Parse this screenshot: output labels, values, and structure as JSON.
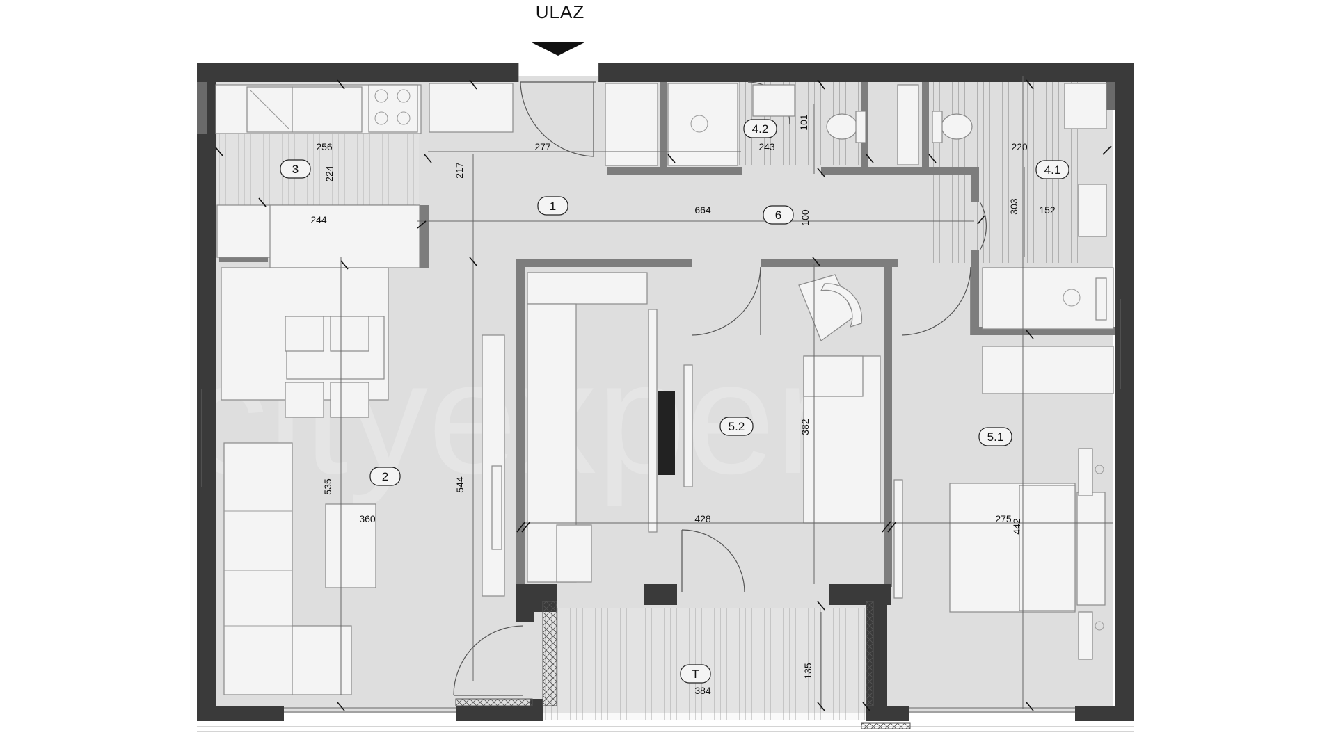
{
  "entrance_label": "ULAZ",
  "watermark": "cityexpert",
  "rooms": [
    {
      "id": "1",
      "label": "1"
    },
    {
      "id": "2",
      "label": "2"
    },
    {
      "id": "3",
      "label": "3"
    },
    {
      "id": "4.1",
      "label": "4.1"
    },
    {
      "id": "4.2",
      "label": "4.2"
    },
    {
      "id": "5.1",
      "label": "5.1"
    },
    {
      "id": "5.2",
      "label": "5.2"
    },
    {
      "id": "6",
      "label": "6"
    },
    {
      "id": "T",
      "label": "T"
    }
  ],
  "dimensions": [
    "256",
    "224",
    "217",
    "277",
    "243",
    "101",
    "220",
    "303",
    "152",
    "244",
    "664",
    "100",
    "535",
    "544",
    "360",
    "382",
    "428",
    "275",
    "442",
    "135",
    "384"
  ],
  "colors": {
    "outer_wall": "#3a3a3a",
    "inner_wall": "#7d7d7d",
    "floor": "#dedede",
    "furniture": "#f4f4f4"
  }
}
